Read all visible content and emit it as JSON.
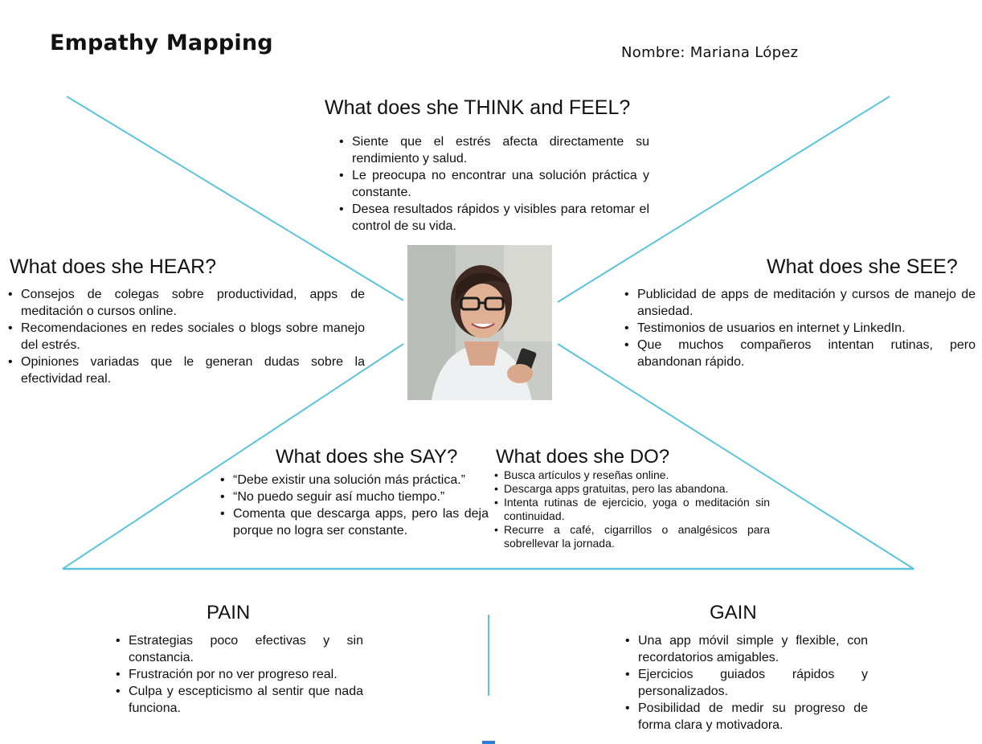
{
  "title": "Empathy Mapping",
  "name_label": "Nombre: Mariana López",
  "colors": {
    "line": "#5cc3dc",
    "accent": "#2f7dd9",
    "text": "#111111"
  },
  "think_feel": {
    "heading": "What does she THINK and FEEL?",
    "items": [
      "Siente que el estrés afecta directamente su rendimiento y salud.",
      "Le preocupa no encontrar una solución práctica y constante.",
      "Desea resultados rápidos y visibles para retomar el control de su vida."
    ]
  },
  "hear": {
    "heading": "What does she HEAR?",
    "items": [
      "Consejos de colegas sobre productividad, apps de meditación o cursos online.",
      "Recomendaciones en redes sociales o blogs sobre manejo del estrés.",
      "Opiniones variadas que le generan dudas sobre la efectividad real."
    ]
  },
  "see": {
    "heading": "What does she SEE?",
    "items": [
      "Publicidad de apps de meditación y cursos de manejo de ansiedad.",
      "Testimonios de usuarios en internet y LinkedIn.",
      "Que muchos compañeros intentan rutinas, pero abandonan rápido."
    ]
  },
  "say": {
    "heading": "What does she SAY?",
    "items": [
      "“Debe existir una solución más práctica.”",
      "“No puedo seguir así mucho tiempo.”",
      "Comenta que descarga apps, pero las deja porque no logra ser constante."
    ]
  },
  "do": {
    "heading": "What does she DO?",
    "items": [
      "Busca artículos y reseñas online.",
      "Descarga apps gratuitas, pero las abandona.",
      "Intenta rutinas de ejercicio, yoga o meditación sin continuidad.",
      "Recurre a café, cigarrillos o analgésicos para sobrellevar la jornada."
    ]
  },
  "pain": {
    "heading": "PAIN",
    "items": [
      "Estrategias poco efectivas y sin constancia.",
      "Frustración por no ver progreso real.",
      "Culpa y escepticismo al sentir que nada funciona."
    ]
  },
  "gain": {
    "heading": "GAIN",
    "items": [
      "Una app móvil simple y flexible, con recordatorios amigables.",
      "Ejercicios guiados rápidos y personalizados.",
      "Posibilidad de medir su progreso de forma clara y motivadora."
    ]
  }
}
